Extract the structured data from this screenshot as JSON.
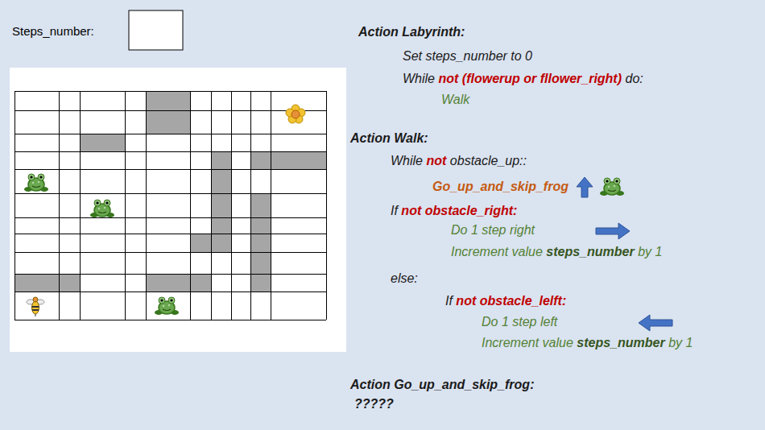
{
  "diagram": {
    "labels": [
      "Steps_number:",
      "Action Labyrinth:",
      "Set steps_number to 0",
      "While",
      "not (flowerup or fllower_right)",
      "do:",
      "Walk",
      "Action Walk:",
      "While",
      "not",
      "obstacle_up::",
      "Go_up_and_skip_frog",
      "If",
      "not obstacle_right:",
      "Do 1 step right",
      "Increment value",
      "steps_number",
      "by 1",
      "else:",
      "If",
      "not obstacle_lelft:",
      "Do 1 step left",
      "Increment value",
      "steps_number",
      "by 1",
      "Action Go_up_and_skip_frog:",
      "?????"
    ]
  }
}
